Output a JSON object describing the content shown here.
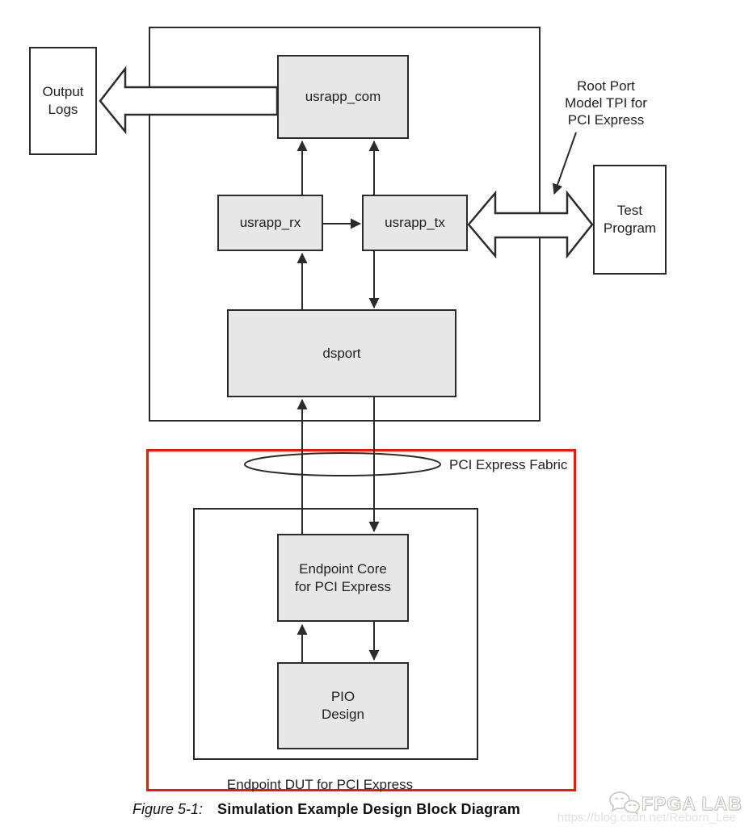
{
  "figure": {
    "blocks": {
      "output_logs": "Output\nLogs",
      "usrapp_com": "usrapp_com",
      "usrapp_rx": "usrapp_rx",
      "usrapp_tx": "usrapp_tx",
      "dsport": "dsport",
      "test_program": "Test\nProgram",
      "endpoint_core": "Endpoint Core\nfor PCI Express",
      "pio_design": "PIO\nDesign"
    },
    "labels": {
      "root_port": "Root Port\nModel TPI for\nPCI Express",
      "pci_fabric": "PCI Express Fabric",
      "endpoint_dut": "Endpoint DUT for PCI Express"
    },
    "caption": {
      "number": "Figure 5-1:",
      "title": "Simulation Example Design Block Diagram"
    },
    "colors": {
      "box_fill": "#e7e7e7",
      "line": "#2b2b2b",
      "highlight_red": "#f51505"
    }
  },
  "watermark": {
    "brand": "FPGA LAB",
    "url": "https://blog.csdn.net/Reborn_Lee",
    "icon": "wechat-icon"
  }
}
